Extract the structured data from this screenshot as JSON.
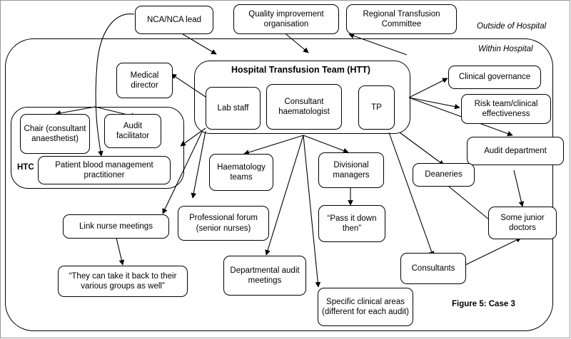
{
  "figure": {
    "caption": "Figure 5: Case 3",
    "zone_outside_label": "Outside of Hospital",
    "zone_within_label": "Within  Hospital",
    "htc_label": "HTC",
    "htt_title": "Hospital Transfusion Team (HTT)"
  },
  "nodes": {
    "nca_lead": "NCA/NCA lead",
    "quality_improvement": "Quality improvement organisation",
    "regional_transfusion": "Regional Transfusion Committee",
    "medical_director": "Medical director",
    "chair": "Chair (consultant anaesthetist)",
    "audit_facilitator": "Audit facilitator",
    "pbm_practitioner": "Patient blood management practitioner",
    "lab_staff": "Lab staff",
    "consultant_haematologist": "Consultant haematologist",
    "tp": "TP",
    "clinical_governance": "Clinical governance",
    "risk_team": "Risk team/clinical effectiveness",
    "audit_department": "Audit department",
    "haematology_teams": "Haematology teams",
    "divisional_managers": "Divisional managers",
    "deaneries": "Deaneries",
    "some_junior_doctors": "Some junior doctors",
    "link_nurse_meetings": "Link nurse meetings",
    "professional_forum": "Professional forum (senior nurses)",
    "pass_it_down": "“Pass it down then”",
    "take_it_back": "“They can take it back to their various groups as well”",
    "departmental_audit": "Departmental audit meetings",
    "specific_clinical_areas": "Specific clinical areas (different for each audit)",
    "consultants": "Consultants"
  },
  "colors": {
    "stroke": "#000000",
    "frame": "#9a9a9a",
    "background": "#ffffff"
  },
  "chart_data": {
    "type": "diagram",
    "title": "Figure 5: Case 3",
    "edges": [
      {
        "from": "nca_lead",
        "to": "hospital_transfusion_team"
      },
      {
        "from": "nca_lead",
        "to": "pbm_practitioner"
      },
      {
        "from": "quality_improvement",
        "to": "hospital_transfusion_team"
      },
      {
        "from": "hospital_transfusion_team",
        "to": "regional_transfusion"
      },
      {
        "from": "lab_staff",
        "to": "medical_director"
      },
      {
        "from": "lab_staff",
        "to": "htc"
      },
      {
        "from": "lab_staff",
        "to": "professional_forum"
      },
      {
        "from": "lab_staff",
        "to": "link_nurse_meetings"
      },
      {
        "from": "htc_hub",
        "to": "chair"
      },
      {
        "from": "htc_hub",
        "to": "audit_facilitator"
      },
      {
        "from": "consultant_haematologist",
        "to": "haematology_teams"
      },
      {
        "from": "consultant_haematologist",
        "to": "divisional_managers"
      },
      {
        "from": "consultant_haematologist",
        "to": "departmental_audit"
      },
      {
        "from": "consultant_haematologist",
        "to": "specific_clinical_areas"
      },
      {
        "from": "tp",
        "to": "clinical_governance"
      },
      {
        "from": "tp",
        "to": "risk_team"
      },
      {
        "from": "tp",
        "to": "audit_department"
      },
      {
        "from": "tp",
        "to": "deaneries"
      },
      {
        "from": "tp",
        "to": "consultants"
      },
      {
        "from": "divisional_managers",
        "to": "pass_it_down"
      },
      {
        "from": "link_nurse_meetings",
        "to": "take_it_back"
      },
      {
        "from": "audit_department",
        "to": "some_junior_doctors"
      },
      {
        "from": "deaneries",
        "to": "some_junior_doctors"
      },
      {
        "from": "consultants",
        "to": "some_junior_doctors"
      }
    ]
  }
}
